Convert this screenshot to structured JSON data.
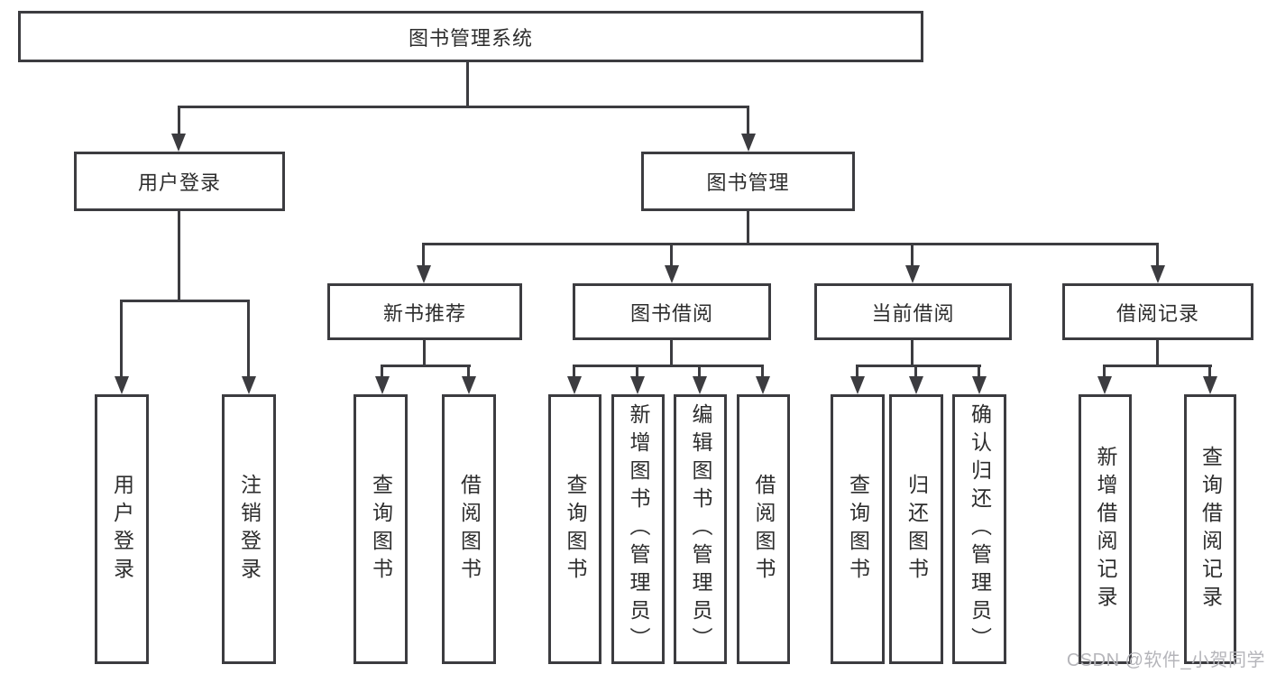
{
  "diagram": {
    "title": "图书管理系统",
    "watermark": "CSDN @软件_小贺同学",
    "colors": {
      "line": "#3c3c40",
      "text": "#2d2d2d",
      "watermark": "#b5b5ba",
      "background": "#ffffff"
    },
    "nodes": {
      "root": {
        "label": "图书管理系统"
      },
      "user_login": {
        "label": "用户登录"
      },
      "book_mgmt": {
        "label": "图书管理"
      },
      "new_book_rec": {
        "label": "新书推荐"
      },
      "book_borrow": {
        "label": "图书借阅"
      },
      "current_borrow": {
        "label": "当前借阅"
      },
      "borrow_records": {
        "label": "借阅记录"
      },
      "leaf_user_login": {
        "label": "用户登录"
      },
      "leaf_logout": {
        "label": "注销登录"
      },
      "leaf_query_book_1": {
        "label": "查询图书"
      },
      "leaf_borrow_book_1": {
        "label": "借阅图书"
      },
      "leaf_query_book_2": {
        "label": "查询图书"
      },
      "leaf_add_book": {
        "label": "新增图书（管理员）"
      },
      "leaf_edit_book": {
        "label": "编辑图书（管理员）"
      },
      "leaf_borrow_book_2": {
        "label": "借阅图书"
      },
      "leaf_query_book_3": {
        "label": "查询图书"
      },
      "leaf_return_book": {
        "label": "归还图书"
      },
      "leaf_confirm_return": {
        "label": "确认归还（管理员）"
      },
      "leaf_add_record": {
        "label": "新增借阅记录"
      },
      "leaf_query_record": {
        "label": "查询借阅记录"
      }
    },
    "hierarchy": {
      "root": [
        "user_login",
        "book_mgmt"
      ],
      "user_login": [
        "leaf_user_login",
        "leaf_logout"
      ],
      "book_mgmt": [
        "new_book_rec",
        "book_borrow",
        "current_borrow",
        "borrow_records"
      ],
      "new_book_rec": [
        "leaf_query_book_1",
        "leaf_borrow_book_1"
      ],
      "book_borrow": [
        "leaf_query_book_2",
        "leaf_add_book",
        "leaf_edit_book",
        "leaf_borrow_book_2"
      ],
      "current_borrow": [
        "leaf_query_book_3",
        "leaf_return_book",
        "leaf_confirm_return"
      ],
      "borrow_records": [
        "leaf_add_record",
        "leaf_query_record"
      ]
    }
  }
}
